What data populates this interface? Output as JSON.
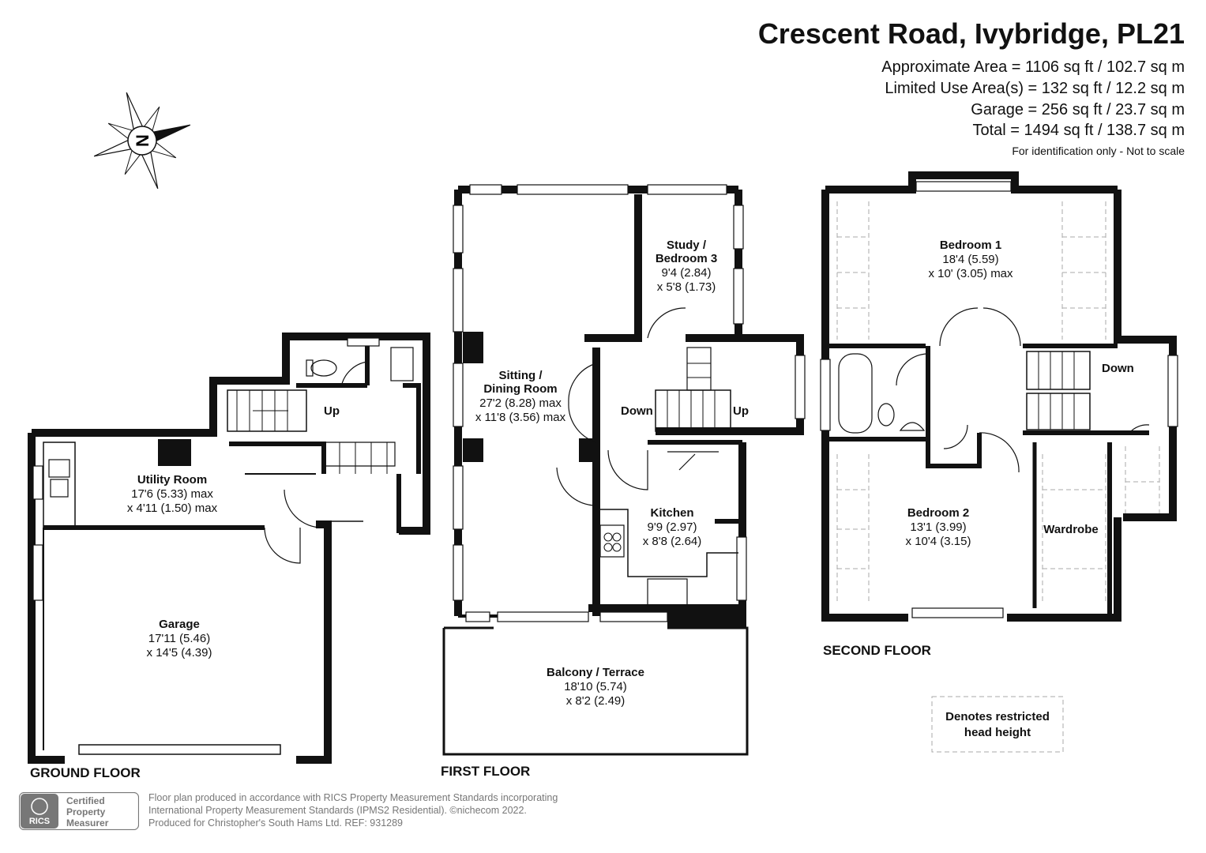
{
  "header": {
    "title": "Crescent Road, Ivybridge, PL21",
    "areas": [
      "Approximate Area = 1106 sq ft / 102.7 sq m",
      "Limited Use Area(s) = 132 sq ft / 12.2 sq m",
      "Garage = 256 sq ft / 23.7 sq m",
      "Total = 1494 sq ft / 138.7 sq m"
    ],
    "note": "For identification only - Not to scale"
  },
  "compass": {
    "letter": "N",
    "icon": "compass-icon"
  },
  "floors": {
    "ground": "GROUND FLOOR",
    "first": "FIRST FLOOR",
    "second": "SECOND FLOOR"
  },
  "rooms": {
    "utility": {
      "name": "Utility Room",
      "dim1": "17'6 (5.33) max",
      "dim2": "x 4'11 (1.50) max"
    },
    "garage": {
      "name": "Garage",
      "dim1": "17'11 (5.46)",
      "dim2": "x 14'5 (4.39)"
    },
    "sitting": {
      "name1": "Sitting /",
      "name2": "Dining Room",
      "dim1": "27'2 (8.28) max",
      "dim2": "x 11'8 (3.56) max"
    },
    "study": {
      "name1": "Study /",
      "name2": "Bedroom 3",
      "dim1": "9'4 (2.84)",
      "dim2": "x 5'8 (1.73)"
    },
    "kitchen": {
      "name": "Kitchen",
      "dim1": "9'9 (2.97)",
      "dim2": "x 8'8 (2.64)"
    },
    "balcony": {
      "name": "Balcony / Terrace",
      "dim1": "18'10 (5.74)",
      "dim2": "x 8'2 (2.49)"
    },
    "bedroom1": {
      "name": "Bedroom 1",
      "dim1": "18'4 (5.59)",
      "dim2": "x 10' (3.05) max"
    },
    "bedroom2": {
      "name": "Bedroom 2",
      "dim1": "13'1 (3.99)",
      "dim2": "x 10'4 (3.15)"
    },
    "wardrobe": {
      "name": "Wardrobe"
    }
  },
  "stairs": {
    "up": "Up",
    "down": "Down"
  },
  "legend": {
    "line1": "Denotes restricted",
    "line2": "head height"
  },
  "badge": {
    "line1": "Certified",
    "line2": "Property",
    "line3": "Measurer",
    "logo": "RICS"
  },
  "footer": {
    "line1": "Floor plan produced in accordance with RICS Property Measurement Standards incorporating",
    "line2": "International Property Measurement Standards (IPMS2 Residential).   ©nichecom 2022.",
    "line3": "Produced for Christopher's South Hams Ltd.   REF:  931289"
  },
  "colors": {
    "wall": "#111111",
    "dash": "#aaaaaa",
    "muted": "#777777"
  }
}
